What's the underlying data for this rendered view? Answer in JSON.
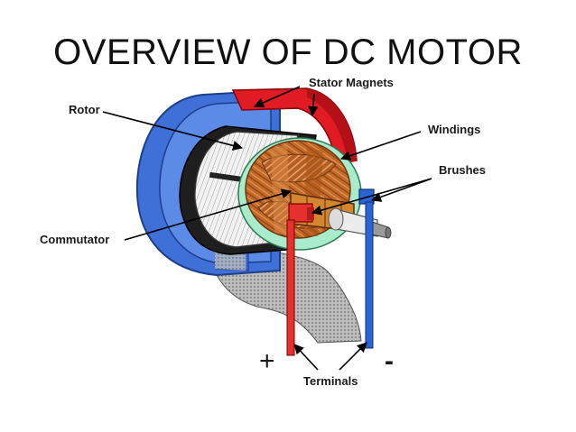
{
  "slide": {
    "title": "OVERVIEW OF DC MOTOR"
  },
  "labels": {
    "stator_magnets": "Stator Magnets",
    "rotor": "Rotor",
    "windings": "Windings",
    "brushes": "Brushes",
    "commutator": "Commutator",
    "terminals": "Terminals",
    "plus": "+",
    "minus": "-"
  },
  "colors": {
    "stator_blue": "#3f70d8",
    "stator_red": "#e01b24",
    "rotor_white": "#e9e9e9",
    "winding_copper": "#c46a28",
    "core_green": "#a8eccc",
    "terminal_red": "#e53030",
    "terminal_blue": "#2c64d6"
  }
}
